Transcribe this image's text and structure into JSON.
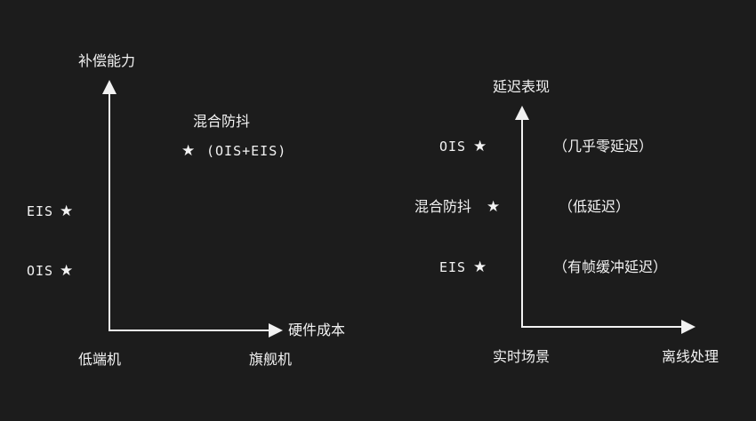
{
  "left_diagram": {
    "y_axis_label": "补偿能力",
    "x_axis_label": "硬件成本",
    "x_low_label": "低端机",
    "x_high_label": "旗舰机",
    "points": [
      {
        "name": "混合防抖",
        "detail": "(OIS+EIS)",
        "symbol": "★"
      },
      {
        "name": "EIS",
        "symbol": "★"
      },
      {
        "name": "OIS",
        "symbol": "★"
      }
    ]
  },
  "right_diagram": {
    "y_axis_label": "延迟表现",
    "x_low_label": "实时场景",
    "x_high_label": "离线处理",
    "rows": [
      {
        "name": "OIS",
        "symbol": "★",
        "note": "（几乎零延迟）"
      },
      {
        "name": "混合防抖",
        "symbol": "★",
        "note": "（低延迟）"
      },
      {
        "name": "EIS",
        "symbol": "★",
        "note": "（有帧缓冲延迟）"
      }
    ]
  },
  "colors": {
    "background": "#1c1c1c",
    "foreground": "#f2f2f2"
  }
}
